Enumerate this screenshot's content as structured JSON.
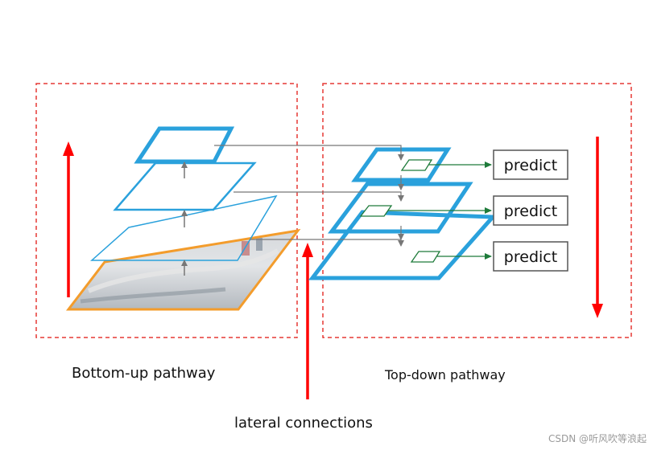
{
  "labels": {
    "bottom_up": "Bottom-up pathway",
    "top_down": "Top-down pathway",
    "lateral": "lateral connections"
  },
  "predict_boxes": [
    "predict",
    "predict",
    "predict"
  ],
  "watermark": "CSDN @听风吹等浪起",
  "colors": {
    "dashed_frame": "#e53935",
    "pathway_arrow": "#ff0000",
    "feature_map": "#2aa1dc",
    "image_border": "#f39c2c",
    "lateral_line": "#777777",
    "predict_line": "#1e7b3a",
    "predict_border": "#555555"
  }
}
